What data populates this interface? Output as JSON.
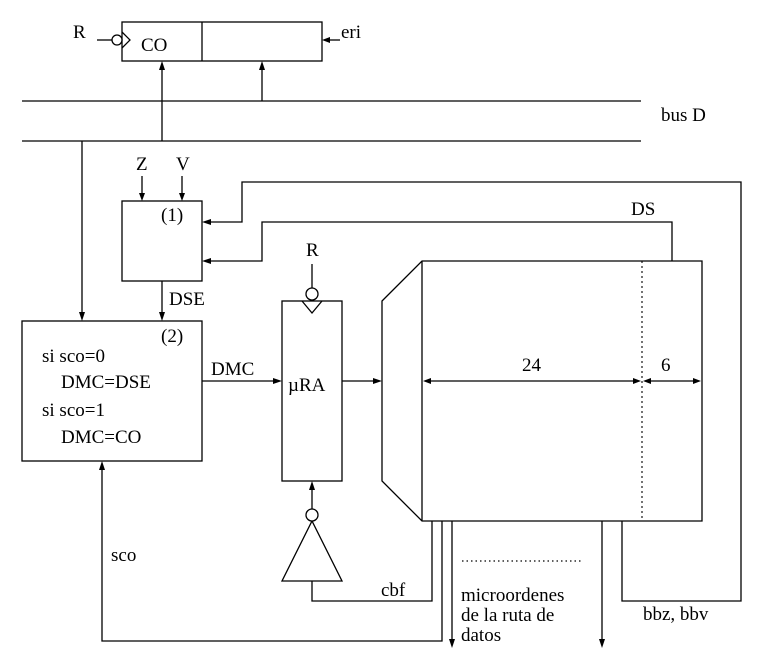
{
  "labels": {
    "reset_top": "R",
    "co_register": "CO",
    "eri": "eri",
    "bus": "bus D",
    "flag_z": "Z",
    "flag_v": "V",
    "block1": "(1)",
    "ds": "DS",
    "dse": "DSE",
    "reset_mu": "R",
    "block2": "(2)",
    "si_sco0": "si sco=0",
    "dmc_dse": "DMC=DSE",
    "si_sco1": "si sco=1",
    "dmc_co": "DMC=CO",
    "dmc": "DMC",
    "mura": "µRA",
    "width24": "24",
    "width6": "6",
    "sco": "sco",
    "cbf": "cbf",
    "micro1": "microordenes",
    "micro2": "de la ruta de",
    "micro3": "datos",
    "bbz": "bbz, bbv"
  }
}
